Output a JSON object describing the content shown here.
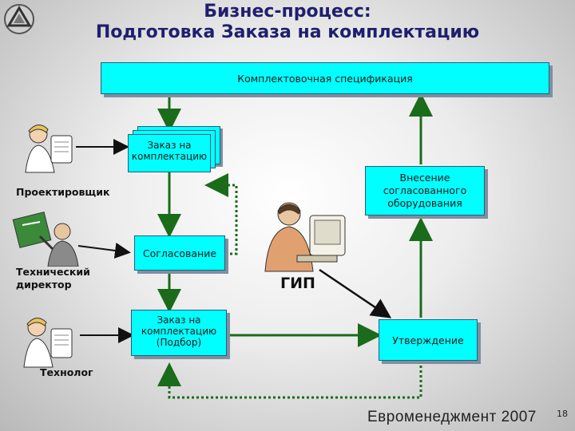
{
  "title_line1": "Бизнес-процесс:",
  "title_line2": "Подготовка Заказа на комплектацию",
  "boxes": {
    "specification": "Комплектовочная спецификация",
    "order_draft_line1": "Заказ на",
    "order_draft_line2": "комплектацию",
    "coordination": "Согласование",
    "order_pick_line1": "Заказ на",
    "order_pick_line2": "комплектацию",
    "order_pick_line3": "(Подбор)",
    "amendment_line1": "Внесение",
    "amendment_line2": "согласованного",
    "amendment_line3": "оборудования",
    "approval": "Утверждение"
  },
  "roles": {
    "designer": "Проектировщик",
    "tech_director_line1": "Технический",
    "tech_director_line2": "директор",
    "technologist": "Технолог",
    "gip": "ГИП"
  },
  "footer": "Евроменеджмент 2007",
  "page_number": "18",
  "colors": {
    "box_fill": "#00ffff",
    "arrow": "#1a6b1a",
    "title": "#1f1f6e"
  }
}
